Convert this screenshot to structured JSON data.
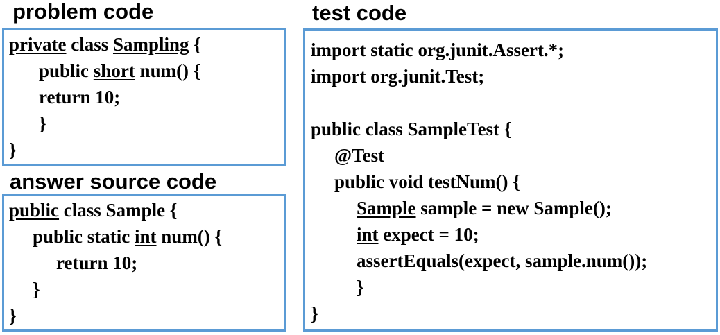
{
  "titles": {
    "problem": "problem code",
    "answer": "answer source code",
    "test": "test code"
  },
  "problem_code": {
    "l1_a": "private",
    "l1_b": " class ",
    "l1_c": "Sampling",
    "l1_d": " {",
    "l2_a": "public ",
    "l2_b": "short",
    "l2_c": " num() {",
    "l3": "return 10;",
    "l4": "}",
    "l5": "}"
  },
  "answer_code": {
    "l1_a": "public",
    "l1_b": " class Sample {",
    "l2_a": "public static ",
    "l2_b": "int",
    "l2_c": " num() {",
    "l3": "return 10;",
    "l4": "}",
    "l5": "}"
  },
  "test_code": {
    "l1": "import static org.junit.Assert.*;",
    "l2": "import org.junit.Test;",
    "l4": "public class SampleTest {",
    "l5": "@Test",
    "l6": "public void testNum() {",
    "l7_a": "Sample",
    "l7_b": " sample = new Sample();",
    "l8_a": "int",
    "l8_b": " expect = 10;",
    "l9": "assertEquals(expect, sample.num());",
    "l10": "}",
    "l11": "}"
  },
  "colors": {
    "box_border": "#5b9bd5",
    "text": "#000000"
  }
}
